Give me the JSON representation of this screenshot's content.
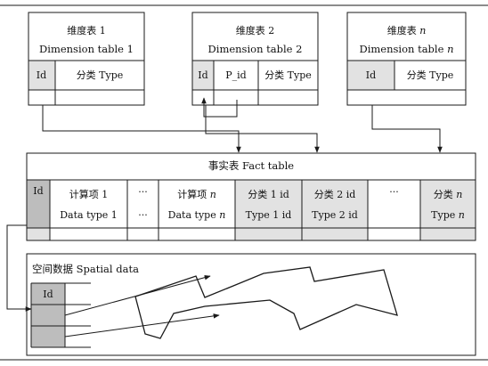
{
  "dim_tables": [
    {
      "title_cn": "维度表 1",
      "title_en": "Dimension table 1",
      "cols": [
        "Id",
        "分类 Type"
      ]
    },
    {
      "title_cn": "维度表 2",
      "title_en": "Dimension table 2",
      "cols": [
        "Id",
        "P_id",
        "分类 Type"
      ]
    },
    {
      "title_cn": "维度表 n",
      "title_en": "Dimension table n",
      "cols": [
        "Id",
        "分类 Type"
      ]
    }
  ],
  "fact_table": {
    "title": "事实表  Fact table",
    "id_label": "Id",
    "cols": [
      {
        "top": "计算项 1",
        "bottom": "Data type 1"
      },
      {
        "top": "···",
        "bottom": "···"
      },
      {
        "top": "计算项 n",
        "bottom": "Data type n"
      },
      {
        "top": "分类 1 id",
        "bottom": "Type 1 id"
      },
      {
        "top": "分类 2 id",
        "bottom": "Type 2 id"
      },
      {
        "top": "···",
        "bottom": ""
      },
      {
        "top": "分类 n",
        "bottom": "Type n"
      }
    ]
  },
  "spatial": {
    "title": "空间数据  Spatial data",
    "id_label": "Id"
  },
  "colors": {
    "line": "#1a1a1a",
    "shade": "#e2e2e2",
    "dark_shade": "#bdbdbd"
  }
}
